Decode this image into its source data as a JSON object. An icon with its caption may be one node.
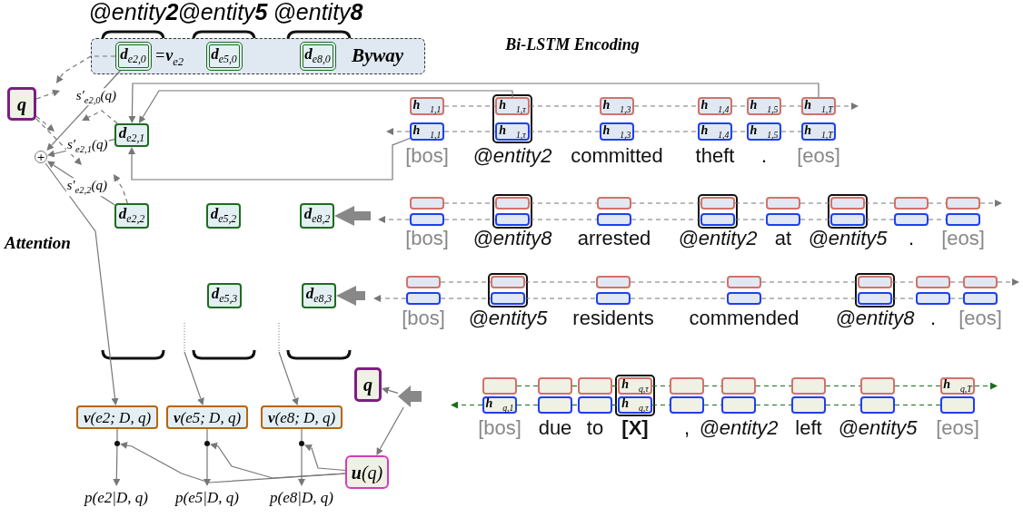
{
  "diagram": {
    "nodes": [
      {
        "text": [
          "Byway"
        ]
      },
      {
        "text": [
          "**d**$_{e2,0}$"
        ],
        "in": 0,
        "beside": [
          "=**v**$_{e2}$"
        ]
      },
      {
        "text": [
          "**d**$_{e5,0}$"
        ],
        "in": 0
      },
      {
        "text": [
          "**d**$_{e8,0}$"
        ],
        "in": 0
      },
      {
        "text": [
          "q"
        ]
      },
      {
        "text": [
          "+"
        ]
      },
      {
        "text": [
          "**d**$_{e2,1}$"
        ]
      },
      {
        "text": [
          "**d**$_{e2,2}$"
        ]
      },
      {
        "text": [
          "**d**$_{e5,2}$"
        ]
      },
      {
        "text": [
          "**d**$_{e8,2}$"
        ]
      },
      {
        "text": [
          "**d**$_{e5,3}$"
        ]
      },
      {
        "text": [
          "**d**$_{e8,3}$"
        ]
      },
      {
        "text": [
          "**v**(e2; D, q)"
        ]
      },
      {
        "text": [
          "**v**(e5; D, q)"
        ]
      },
      {
        "text": [
          "**v**(e8; D, q)"
        ]
      },
      {
        "text": [
          "q"
        ]
      },
      {
        "text": [
          "**u**(q)"
        ]
      },
      {
        "text": [
          "p(e2|D, q)"
        ]
      },
      {
        "text": [
          "p(e5|D, q)"
        ]
      },
      {
        "text": [
          "p(e8|D, q)"
        ]
      },
      {
        "text": [],
        "shape": "box"
      },
      {
        "text": [
          "**h⃗**$_{1,1}$"
        ]
      },
      {
        "text": [
          "**h⃗**$_{1,τ}$"
        ],
        "in": 20
      },
      {
        "text": [
          "**h⃗**$_{1,3}$"
        ]
      },
      {
        "text": [
          "**h⃗**$_{1,4}$"
        ]
      },
      {
        "text": [
          "**h⃗**$_{1,5}$"
        ]
      },
      {
        "text": [
          "**h⃗**$_{1,T}$"
        ]
      },
      {
        "text": [
          "**h⃖**$_{1,1}$"
        ]
      },
      {
        "text": [
          "**h⃖**$_{1,τ}$"
        ],
        "in": 20
      },
      {
        "text": [
          "**h⃖**$_{1,3}$"
        ]
      },
      {
        "text": [
          "**h⃖**$_{1,4}$"
        ]
      },
      {
        "text": [
          "**h⃖**$_{1,5}$"
        ]
      },
      {
        "text": [
          "**h⃖**$_{1,T}$"
        ]
      },
      {
        "text": [],
        "shape": "box"
      },
      {
        "text": [],
        "shape": "box"
      },
      {
        "text": [],
        "shape": "box"
      },
      {
        "text": [],
        "shape": "box"
      },
      {
        "text": [],
        "shape": "box",
        "in": 33
      },
      {
        "text": [],
        "shape": "box"
      },
      {
        "text": [],
        "shape": "box",
        "in": 34
      },
      {
        "text": [],
        "shape": "box"
      },
      {
        "text": [],
        "shape": "box",
        "in": 35
      },
      {
        "text": [],
        "shape": "box"
      },
      {
        "text": [],
        "shape": "box"
      },
      {
        "text": [],
        "shape": "box"
      },
      {
        "text": [],
        "shape": "box",
        "in": 33
      },
      {
        "text": [],
        "shape": "box"
      },
      {
        "text": [],
        "shape": "box",
        "in": 34
      },
      {
        "text": [],
        "shape": "box"
      },
      {
        "text": [],
        "shape": "box",
        "in": 35
      },
      {
        "text": [],
        "shape": "box"
      },
      {
        "text": [],
        "shape": "box"
      },
      {
        "text": [],
        "shape": "box"
      },
      {
        "text": [],
        "shape": "box"
      },
      {
        "text": [],
        "shape": "box"
      },
      {
        "text": [],
        "shape": "box",
        "in": 52
      },
      {
        "text": [],
        "shape": "box"
      },
      {
        "text": [],
        "shape": "box"
      },
      {
        "text": [],
        "shape": "box",
        "in": 53
      },
      {
        "text": [],
        "shape": "box"
      },
      {
        "text": [],
        "shape": "box"
      },
      {
        "text": [],
        "shape": "box"
      },
      {
        "text": [],
        "shape": "box",
        "in": 52
      },
      {
        "text": [],
        "shape": "box"
      },
      {
        "text": [],
        "shape": "box"
      },
      {
        "text": [],
        "shape": "box",
        "in": 53
      },
      {
        "text": [],
        "shape": "box"
      },
      {
        "text": [],
        "shape": "box"
      },
      {
        "text": [],
        "shape": "box"
      },
      {
        "text": [],
        "shape": "box"
      },
      {
        "text": [],
        "shape": "box"
      },
      {
        "text": [],
        "shape": "box"
      },
      {
        "text": [
          "**h⃗**$_{q,τ}$"
        ],
        "in": 68
      },
      {
        "text": [],
        "shape": "box"
      },
      {
        "text": [],
        "shape": "box"
      },
      {
        "text": [],
        "shape": "box"
      },
      {
        "text": [],
        "shape": "box"
      },
      {
        "text": [
          "**h⃗**$_{q,T}$"
        ]
      },
      {
        "text": [
          "**h⃖**$_{q,1}$"
        ]
      },
      {
        "text": [],
        "shape": "box"
      },
      {
        "text": [],
        "shape": "box"
      },
      {
        "text": [
          "**h⃖**$_{q,τ}$"
        ],
        "in": 68
      },
      {
        "text": [],
        "shape": "box"
      },
      {
        "text": [],
        "shape": "box"
      },
      {
        "text": [],
        "shape": "box"
      },
      {
        "text": [],
        "shape": "box"
      },
      {
        "text": [],
        "shape": "box"
      },
      {
        "text": [],
        "shape": "circle"
      },
      {
        "text": [],
        "shape": "circle"
      },
      {
        "text": [],
        "shape": "circle"
      },
      {
        "text": [],
        "shape": "arrow"
      }
    ],
    "edges": [
      {
        "from": 1,
        "to": 5,
        "arrow": "to",
        "label": "s′$_{e2,0}$(q)"
      },
      {
        "from": 6,
        "to": 5,
        "arrow": "to",
        "label": "s′$_{e2,1}$(q)"
      },
      {
        "from": 7,
        "to": 5,
        "arrow": "to",
        "label": "s′$_{e2,2}$(q)"
      },
      {
        "from": 4,
        "to": null,
        "arrow": "to",
        "style": "dashed"
      },
      {
        "from": 4,
        "to": null,
        "arrow": "to",
        "style": "dashed"
      },
      {
        "from": 4,
        "to": null,
        "arrow": "to",
        "style": "dashed"
      },
      {
        "from": 1,
        "to": null,
        "arrow": "to",
        "style": "dashed"
      },
      {
        "from": 6,
        "to": null,
        "arrow": "to",
        "style": "dashed"
      },
      {
        "from": 7,
        "to": null,
        "arrow": "to",
        "style": "dashed"
      },
      {
        "from": 5,
        "to": 12,
        "arrow": "to"
      },
      {
        "from": null,
        "to": 13,
        "arrow": "to"
      },
      {
        "from": null,
        "to": 14,
        "arrow": "to"
      },
      {
        "from": 12,
        "to": 87,
        "arrow": "none"
      },
      {
        "from": 13,
        "to": 88,
        "arrow": "none"
      },
      {
        "from": 14,
        "to": 89,
        "arrow": "none"
      },
      {
        "from": 16,
        "to": 87,
        "arrow": "to"
      },
      {
        "from": 16,
        "to": 88,
        "arrow": "to"
      },
      {
        "from": 16,
        "to": 89,
        "arrow": "to"
      },
      {
        "from": 90,
        "to": 15,
        "arrow": "to"
      },
      {
        "from": 90,
        "to": 16,
        "arrow": "to"
      },
      {
        "from": null,
        "to": 9,
        "arrow": "to",
        "style": "thick"
      },
      {
        "from": null,
        "to": 11,
        "arrow": "to",
        "style": "thick"
      },
      {
        "from": 26,
        "to": 6,
        "arrow": "to"
      },
      {
        "from": 22,
        "to": 6,
        "arrow": "to"
      },
      {
        "from": 27,
        "to": 6,
        "arrow": "to"
      },
      {
        "from": 21,
        "to": 22,
        "arrow": "none",
        "style": "dashed"
      },
      {
        "from": 22,
        "to": 23,
        "arrow": "none",
        "style": "dashed"
      },
      {
        "from": 23,
        "to": 24,
        "arrow": "none",
        "style": "dashed"
      },
      {
        "from": 24,
        "to": 25,
        "arrow": "none",
        "style": "dashed"
      },
      {
        "from": 25,
        "to": 26,
        "arrow": "none",
        "style": "dashed"
      },
      {
        "from": 26,
        "to": null,
        "arrow": "to",
        "style": "dashed"
      },
      {
        "from": 27,
        "to": null,
        "arrow": "to",
        "style": "dashed"
      },
      {
        "from": 27,
        "to": 28,
        "arrow": "none",
        "style": "dashed"
      },
      {
        "from": 28,
        "to": 29,
        "arrow": "none",
        "style": "dashed"
      },
      {
        "from": 29,
        "to": 30,
        "arrow": "none",
        "style": "dashed"
      },
      {
        "from": 30,
        "to": 31,
        "arrow": "none",
        "style": "dashed"
      },
      {
        "from": 31,
        "to": 32,
        "arrow": "none",
        "style": "dashed"
      },
      {
        "from": 36,
        "to": 37,
        "arrow": "none",
        "style": "dashed"
      },
      {
        "from": 37,
        "to": 38,
        "arrow": "none",
        "style": "dashed"
      },
      {
        "from": 38,
        "to": 39,
        "arrow": "none",
        "style": "dashed"
      },
      {
        "from": 39,
        "to": 40,
        "arrow": "none",
        "style": "dashed"
      },
      {
        "from": 40,
        "to": 41,
        "arrow": "none",
        "style": "dashed"
      },
      {
        "from": 41,
        "to": 42,
        "arrow": "none",
        "style": "dashed"
      },
      {
        "from": 42,
        "to": 43,
        "arrow": "none",
        "style": "dashed"
      },
      {
        "from": 43,
        "to": null,
        "arrow": "to",
        "style": "dashed"
      },
      {
        "from": 44,
        "to": null,
        "arrow": "to",
        "style": "dashed"
      },
      {
        "from": 44,
        "to": 45,
        "arrow": "none",
        "style": "dashed"
      },
      {
        "from": 45,
        "to": 46,
        "arrow": "none",
        "style": "dashed"
      },
      {
        "from": 46,
        "to": 47,
        "arrow": "none",
        "style": "dashed"
      },
      {
        "from": 47,
        "to": 48,
        "arrow": "none",
        "style": "dashed"
      },
      {
        "from": 48,
        "to": 49,
        "arrow": "none",
        "style": "dashed"
      },
      {
        "from": 49,
        "to": 50,
        "arrow": "none",
        "style": "dashed"
      },
      {
        "from": 50,
        "to": 51,
        "arrow": "none",
        "style": "dashed"
      },
      {
        "from": 54,
        "to": 55,
        "arrow": "none",
        "style": "dashed"
      },
      {
        "from": 55,
        "to": 56,
        "arrow": "none",
        "style": "dashed"
      },
      {
        "from": 56,
        "to": 57,
        "arrow": "none",
        "style": "dashed"
      },
      {
        "from": 57,
        "to": 58,
        "arrow": "none",
        "style": "dashed"
      },
      {
        "from": 58,
        "to": 59,
        "arrow": "none",
        "style": "dashed"
      },
      {
        "from": 59,
        "to": 60,
        "arrow": "none",
        "style": "dashed"
      },
      {
        "from": 60,
        "to": null,
        "arrow": "to",
        "style": "dashed"
      },
      {
        "from": 61,
        "to": null,
        "arrow": "to",
        "style": "dashed"
      },
      {
        "from": 61,
        "to": 62,
        "arrow": "none",
        "style": "dashed"
      },
      {
        "from": 62,
        "to": 63,
        "arrow": "none",
        "style": "dashed"
      },
      {
        "from": 63,
        "to": 64,
        "arrow": "none",
        "style": "dashed"
      },
      {
        "from": 64,
        "to": 65,
        "arrow": "none",
        "style": "dashed"
      },
      {
        "from": 65,
        "to": 66,
        "arrow": "none",
        "style": "dashed"
      },
      {
        "from": 66,
        "to": 67,
        "arrow": "none",
        "style": "dashed"
      },
      {
        "from": 69,
        "to": 70,
        "arrow": "none",
        "style": "dashed",
        "color": "#1b6e20"
      },
      {
        "from": 70,
        "to": 71,
        "arrow": "none",
        "style": "dashed",
        "color": "#1b6e20"
      },
      {
        "from": 71,
        "to": 72,
        "arrow": "none",
        "style": "dashed",
        "color": "#1b6e20"
      },
      {
        "from": 72,
        "to": 73,
        "arrow": "none",
        "style": "dashed",
        "color": "#1b6e20"
      },
      {
        "from": 73,
        "to": 74,
        "arrow": "none",
        "style": "dashed",
        "color": "#1b6e20"
      },
      {
        "from": 74,
        "to": 75,
        "arrow": "none",
        "style": "dashed",
        "color": "#1b6e20"
      },
      {
        "from": 75,
        "to": 76,
        "arrow": "none",
        "style": "dashed",
        "color": "#1b6e20"
      },
      {
        "from": 76,
        "to": 77,
        "arrow": "none",
        "style": "dashed",
        "color": "#1b6e20"
      },
      {
        "from": 77,
        "to": null,
        "arrow": "to",
        "style": "dashed",
        "color": "#1b6e20"
      },
      {
        "from": 78,
        "to": null,
        "arrow": "to",
        "style": "dashed",
        "color": "#1b6e20"
      },
      {
        "from": 78,
        "to": 79,
        "arrow": "none",
        "style": "dashed",
        "color": "#1b6e20"
      },
      {
        "from": 79,
        "to": 80,
        "arrow": "none",
        "style": "dashed",
        "color": "#1b6e20"
      },
      {
        "from": 80,
        "to": 81,
        "arrow": "none",
        "style": "dashed",
        "color": "#1b6e20"
      },
      {
        "from": 81,
        "to": 82,
        "arrow": "none",
        "style": "dashed",
        "color": "#1b6e20"
      },
      {
        "from": 82,
        "to": 83,
        "arrow": "none",
        "style": "dashed",
        "color": "#1b6e20"
      },
      {
        "from": 83,
        "to": 84,
        "arrow": "none",
        "style": "dashed",
        "color": "#1b6e20"
      },
      {
        "from": 84,
        "to": 85,
        "arrow": "none",
        "style": "dashed",
        "color": "#1b6e20"
      },
      {
        "from": 85,
        "to": 86,
        "arrow": "none",
        "style": "dashed",
        "color": "#1b6e20"
      },
      {
        "from": 87,
        "to": 17,
        "arrow": "to"
      },
      {
        "from": 88,
        "to": 18,
        "arrow": "to"
      },
      {
        "from": 89,
        "to": 19,
        "arrow": "to"
      }
    ],
    "labels": [
      "@entity**2**",
      "@entity**5**",
      "@entity**8**",
      "Bi-LSTM Encoding",
      "Attention",
      "[bos]",
      "@entity2",
      "committed",
      "theft",
      ".",
      "[eos]",
      "[bos]",
      "@entity8",
      "arrested",
      "@entity2",
      "at",
      "@entity5",
      ".",
      "[eos]",
      "[bos]",
      "@entity5",
      "residents",
      "commended",
      "@entity8",
      ".",
      "[eos]",
      "[bos]",
      "due",
      "to",
      "[X]",
      ",",
      "@entity2",
      "left",
      "@entity5",
      "[eos]"
    ]
  }
}
